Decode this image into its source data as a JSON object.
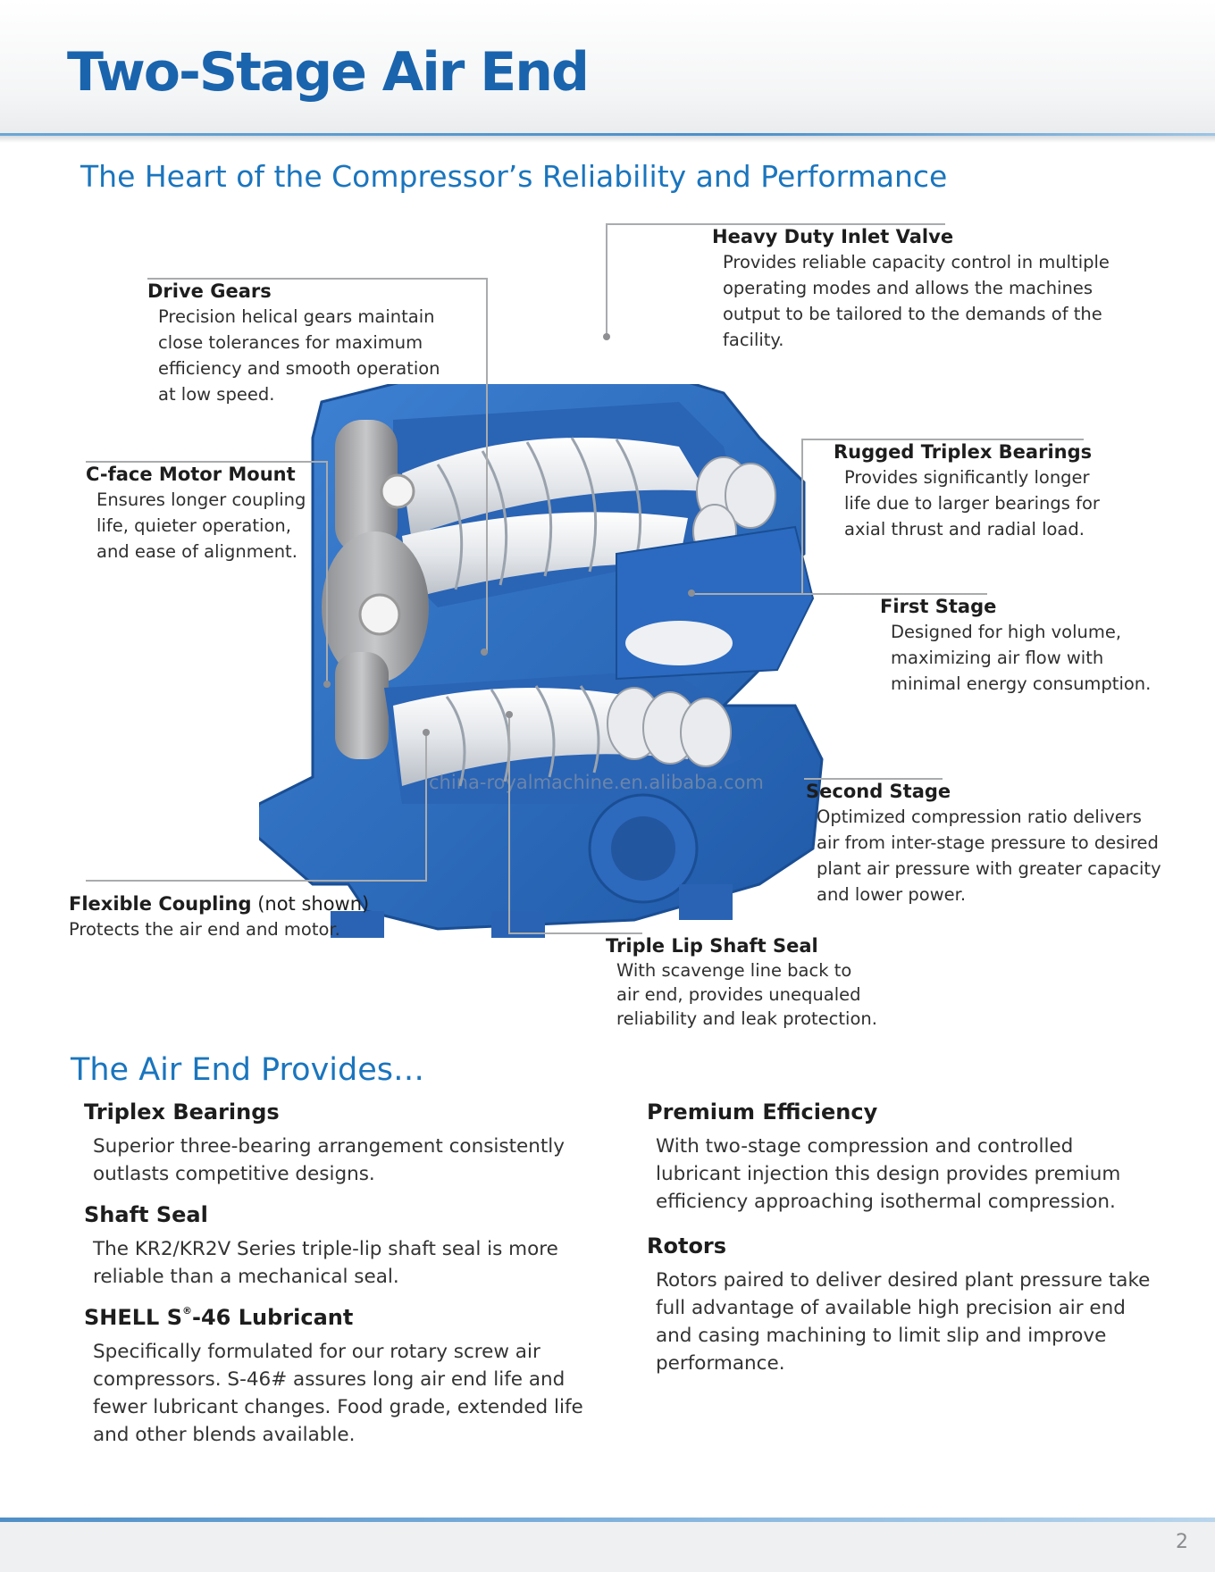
{
  "header": {
    "title": "Two-Stage Air End",
    "subtitle": "The Heart of the Compressor’s Reliability and Performance"
  },
  "callouts": {
    "drive_gears": {
      "title": "Drive Gears",
      "lines": [
        "Precision helical gears maintain",
        "close tolerances for maximum",
        "efficiency and smooth operation",
        "at low speed."
      ]
    },
    "inlet_valve": {
      "title": "Heavy Duty Inlet Valve",
      "lines": [
        "Provides reliable capacity control in multiple",
        "operating modes and allows the machines",
        "output to be tailored to the demands of the",
        "facility."
      ]
    },
    "motor_mount": {
      "title": "C-face Motor Mount",
      "lines": [
        "Ensures longer coupling",
        "life, quieter operation,",
        "and ease of alignment."
      ]
    },
    "triplex_bearings": {
      "title": "Rugged Triplex Bearings",
      "lines": [
        "Provides significantly longer",
        "life due to larger bearings for",
        "axial thrust and radial load."
      ]
    },
    "first_stage": {
      "title": "First Stage",
      "lines": [
        "Designed for high volume,",
        "maximizing air flow with",
        "minimal energy consumption."
      ]
    },
    "second_stage": {
      "title": "Second Stage",
      "lines": [
        "Optimized compression ratio delivers",
        "air from inter-stage pressure to desired",
        "plant air pressure with greater capacity",
        "and lower power."
      ]
    },
    "flexible_coupling": {
      "title": "Flexible Coupling",
      "title_note": " (not shown)",
      "lines": [
        "Protects the air end and motor."
      ]
    },
    "shaft_seal": {
      "title": "Triple Lip Shaft Seal",
      "lines": [
        "With scavenge line back to",
        "air end, provides unequaled",
        "reliability and leak protection."
      ]
    }
  },
  "watermark": "china-royalmachine.en.alibaba.com",
  "section": {
    "title": "The Air End Provides…"
  },
  "features": {
    "triplex": {
      "title": "Triplex Bearings",
      "lines": [
        "Superior three-bearing arrangement consistently",
        "outlasts competitive designs."
      ]
    },
    "shaft_seal": {
      "title": "Shaft Seal",
      "lines": [
        "The KR2/KR2V Series triple-lip shaft seal is more",
        "reliable than a mechanical seal."
      ]
    },
    "lubricant": {
      "title_a": "SHELL S",
      "title_sup": "®",
      "title_b": "-46 Lubricant",
      "lines": [
        "Specifically formulated for our rotary screw air",
        "compressors. S-46# assures long air end life and",
        "fewer lubricant changes. Food grade, extended life",
        "and other blends available."
      ]
    },
    "efficiency": {
      "title": "Premium Efficiency",
      "lines": [
        "With two-stage compression and controlled",
        "lubricant injection this design provides premium",
        "efficiency approaching isothermal compression."
      ]
    },
    "rotors": {
      "title": "Rotors",
      "lines": [
        "Rotors paired to deliver desired plant pressure take",
        "full advantage of available high precision air end",
        "and casing machining to limit slip and improve",
        "performance."
      ]
    }
  },
  "footer": {
    "page_number": "2"
  },
  "colors": {
    "brand_blue": "#1a64ad",
    "casing_blue": "#2f6fc4",
    "rotor_white": "#f2f3f5"
  }
}
